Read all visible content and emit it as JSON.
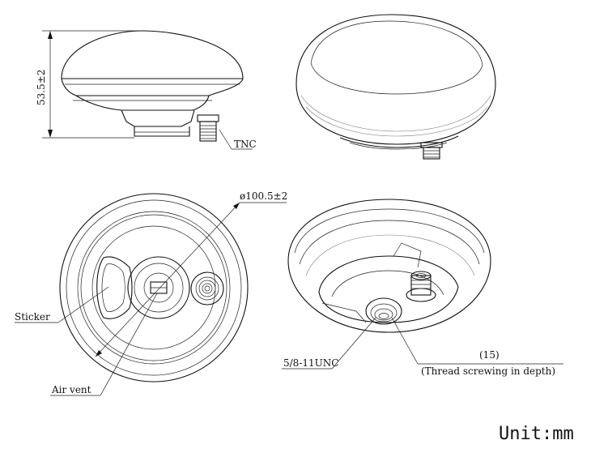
{
  "labels": {
    "height": "53.5±2",
    "connector": "TNC",
    "diameter": "ø100.5±2",
    "sticker": "Sticker",
    "air_vent": "Air vent",
    "thread": "5/8-11UNC",
    "depth_value": "(15)",
    "depth_text": "(Thread screwing in depth)",
    "unit": "Unit:mm"
  }
}
